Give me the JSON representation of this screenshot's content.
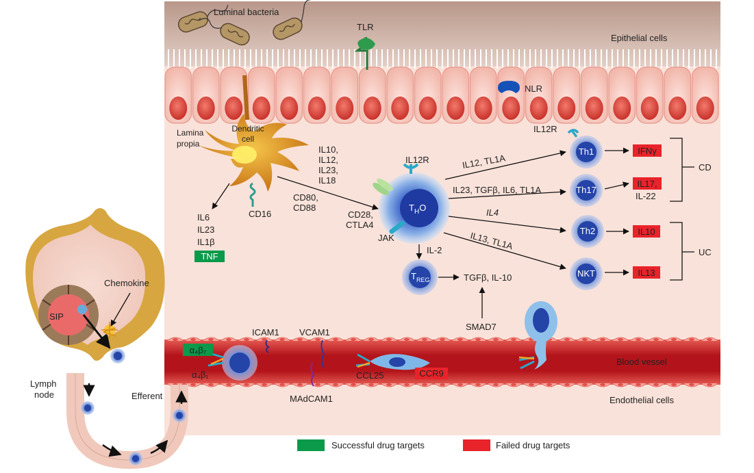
{
  "labels": {
    "luminal_bacteria": "Luminal bacteria",
    "tlr": "TLR",
    "epithelial_cells": "Epithelial cells",
    "nlr": "NLR",
    "lamina_propia_1": "Lamina",
    "lamina_propia_2": "propia",
    "dendritic_1": "Dendritic",
    "dendritic_2": "cell",
    "il10": "IL10,",
    "il12": "IL12,",
    "il23": "IL23,",
    "il18": "IL18",
    "cd80": "CD80,",
    "cd88": "CD88",
    "cd16": "CD16",
    "il6": "IL6",
    "il23b": "IL23",
    "il1b": "IL1β",
    "il12r_top": "IL12R",
    "il12r_tho": "IL12R",
    "cd28": "CD28,",
    "ctla4": "CTLA4",
    "jak": "JAK",
    "il2": "IL-2",
    "tgfb_il10": "TGFβ, IL-10",
    "smad7": "SMAD7",
    "path_th1": "IL12, TL1A",
    "path_th17": "IL23, TGFβ, IL6, TL1A",
    "path_th2": "IL4",
    "path_nkt": "IL13, TL1A",
    "il22": "IL-22",
    "cd": "CD",
    "uc": "UC",
    "chemokine": "Chemokine",
    "sip": "SIP",
    "icam1": "ICAM1",
    "vcam1": "VCAM1",
    "madcam1": "MAdCAM1",
    "ccl25": "CCL25",
    "blood_vessel": "Blood vessel",
    "endothelial": "Endothelial cells",
    "lymph_1": "Lymph",
    "lymph_2": "node",
    "efferent": "Efferent",
    "a4b7": "α₄β₇",
    "a4b1": "α₄β₁"
  },
  "cells": {
    "tho_main": "T",
    "tho_sub": "H",
    "tho_tail": "O",
    "th1": "Th1",
    "th17": "Th17",
    "th2": "Th2",
    "nkt": "NKT",
    "treg_main": "T",
    "treg_sub": "REG"
  },
  "targets": {
    "tnf": "TNF",
    "ifng": "IFNγ",
    "il17": "IL17,",
    "il10": "IL10",
    "il13": "IL13",
    "ccr9": "CCR9"
  },
  "legend": {
    "successful": "Successful drug targets",
    "failed": "Failed drug targets"
  },
  "colors": {
    "success": "#0a9a4a",
    "failed": "#e8232a",
    "lamina": "#f7ddd3",
    "lumen": "#c9a89a",
    "vessel": "#b3141b"
  }
}
